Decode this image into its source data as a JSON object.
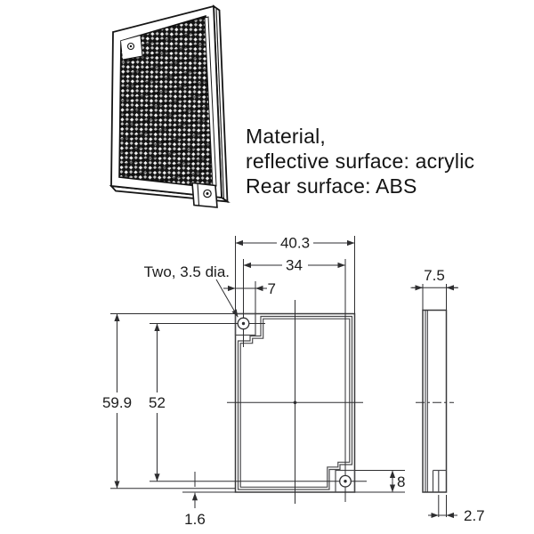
{
  "note": {
    "line1": "Material,",
    "line2": "reflective surface: acrylic",
    "line3": "Rear surface: ABS"
  },
  "dims": {
    "overall_width": "40.3",
    "hole_pitch_h": "34",
    "edge_offset": "7",
    "hole_callout": "Two, 3.5 dia.",
    "overall_height": "59.9",
    "hole_pitch_v": "52",
    "bottom_lip": "1.6",
    "pad_height": "8",
    "thickness": "7.5",
    "rear_step": "2.7"
  },
  "colors": {
    "line": "#2e2e30",
    "body_fill": "#dbdcde",
    "inner_fill": "#dfe0e2",
    "pad_fill": "#d1d2d4",
    "pattern_dark": "#141414"
  }
}
